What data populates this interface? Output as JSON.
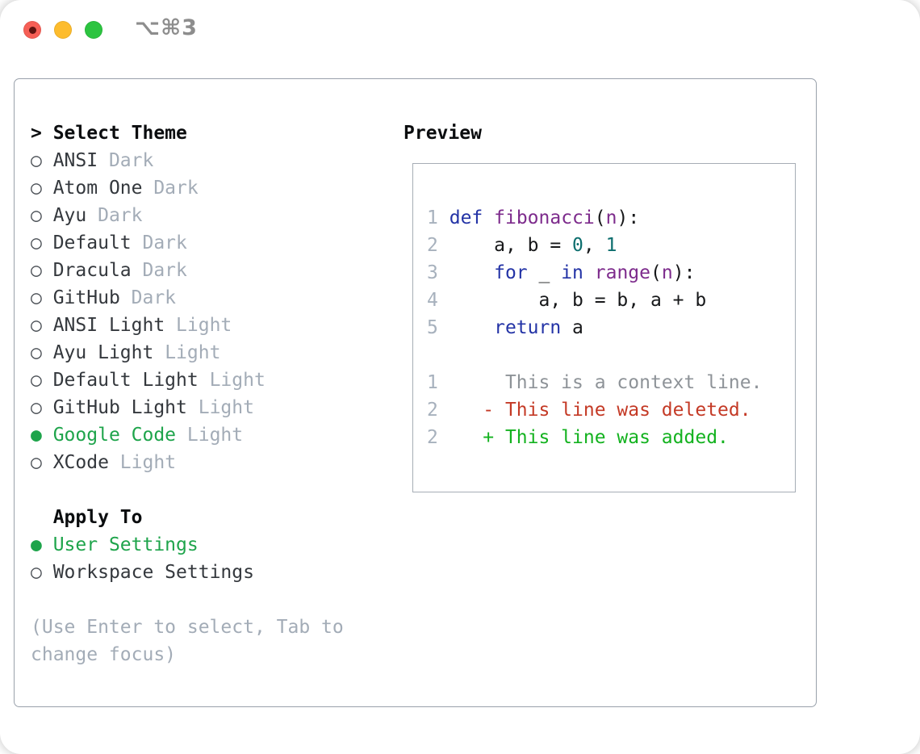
{
  "window": {
    "title": "⌥⌘3",
    "traffic_lights": [
      "close",
      "minimize",
      "zoom"
    ]
  },
  "colors": {
    "trafficRed": "#f65f56",
    "trafficRedDot": "#5f1410",
    "trafficYellow": "#fdbc2d",
    "trafficGreen": "#2cc440",
    "titleGray": "#8d8d8d",
    "panelBorder": "#99a1ab",
    "boxBorder": "#a6adb5",
    "headerBlack": "#0b0d0f",
    "nameGray": "#34383d",
    "mutedGray": "#a3acb7",
    "circleGray": "#4a4f55",
    "selGreen": "#1ea44b",
    "num": "#a7b1bd"
  },
  "panel": {
    "select_header": {
      "marker": ">",
      "label": "Select Theme"
    },
    "themes": [
      {
        "name": "ANSI",
        "variant": "Dark",
        "selected": false
      },
      {
        "name": "Atom One",
        "variant": "Dark",
        "selected": false
      },
      {
        "name": "Ayu",
        "variant": "Dark",
        "selected": false
      },
      {
        "name": "Default",
        "variant": "Dark",
        "selected": false
      },
      {
        "name": "Dracula",
        "variant": "Dark",
        "selected": false
      },
      {
        "name": "GitHub",
        "variant": "Dark",
        "selected": false
      },
      {
        "name": "ANSI Light",
        "variant": "Light",
        "selected": false
      },
      {
        "name": "Ayu Light",
        "variant": "Light",
        "selected": false
      },
      {
        "name": "Default Light",
        "variant": "Light",
        "selected": false
      },
      {
        "name": "GitHub Light",
        "variant": "Light",
        "selected": false
      },
      {
        "name": "Google Code",
        "variant": "Light",
        "selected": true
      },
      {
        "name": "XCode",
        "variant": "Light",
        "selected": false
      }
    ],
    "apply_to": {
      "label": "Apply To",
      "options": [
        {
          "name": "User Settings",
          "selected": true
        },
        {
          "name": "Workspace Settings",
          "selected": false
        }
      ]
    },
    "help_lines": [
      "(Use Enter to select, Tab to",
      "change focus)"
    ]
  },
  "preview": {
    "label": "Preview",
    "colors": {
      "kw": "#2333a6",
      "fn": "#7d2b8c",
      "lit": "#0d6e6e",
      "pl": "#17181a",
      "ctx": "#8e9398",
      "del": "#c43a26",
      "add": "#13b21f"
    },
    "code_lines": [
      {
        "num": "1",
        "tokens": [
          {
            "t": " ",
            "c": "pl"
          },
          {
            "t": "def",
            "c": "kw"
          },
          {
            "t": " ",
            "c": "pl"
          },
          {
            "t": "fibonacci",
            "c": "fn"
          },
          {
            "t": "(",
            "c": "pl"
          },
          {
            "t": "n",
            "c": "fn"
          },
          {
            "t": "):",
            "c": "pl"
          }
        ]
      },
      {
        "num": "2",
        "tokens": [
          {
            "t": "     a, b = ",
            "c": "pl"
          },
          {
            "t": "0",
            "c": "lit"
          },
          {
            "t": ", ",
            "c": "pl"
          },
          {
            "t": "1",
            "c": "lit"
          }
        ]
      },
      {
        "num": "3",
        "tokens": [
          {
            "t": "     ",
            "c": "pl"
          },
          {
            "t": "for",
            "c": "kw"
          },
          {
            "t": " _ ",
            "c": "pl"
          },
          {
            "t": "in",
            "c": "kw"
          },
          {
            "t": " ",
            "c": "pl"
          },
          {
            "t": "range",
            "c": "fn"
          },
          {
            "t": "(",
            "c": "pl"
          },
          {
            "t": "n",
            "c": "fn"
          },
          {
            "t": "):",
            "c": "pl"
          }
        ]
      },
      {
        "num": "4",
        "tokens": [
          {
            "t": "         a, b = b, a + b",
            "c": "pl"
          }
        ]
      },
      {
        "num": "5",
        "tokens": [
          {
            "t": "     ",
            "c": "pl"
          },
          {
            "t": "return",
            "c": "kw"
          },
          {
            "t": " a",
            "c": "pl"
          }
        ]
      }
    ],
    "diff_lines": [
      {
        "num": "1",
        "tokens": [
          {
            "t": "      This is a context line.",
            "c": "ctx"
          }
        ]
      },
      {
        "num": "2",
        "tokens": [
          {
            "t": "    ",
            "c": "pl"
          },
          {
            "t": "- This line was deleted.",
            "c": "del"
          }
        ]
      },
      {
        "num": "2",
        "tokens": [
          {
            "t": "    ",
            "c": "pl"
          },
          {
            "t": "+ This line was added.",
            "c": "add"
          }
        ]
      }
    ]
  }
}
